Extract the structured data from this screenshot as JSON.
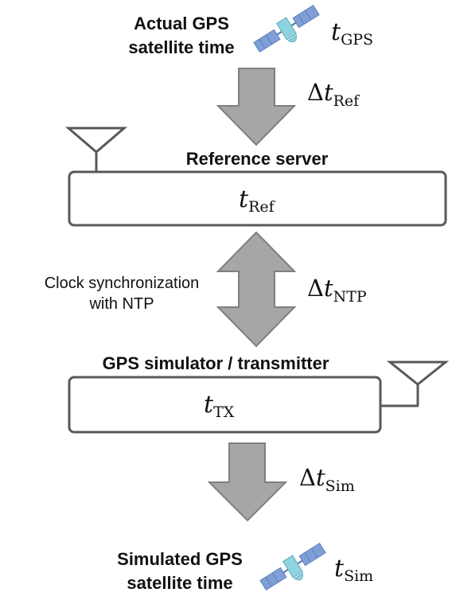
{
  "top": {
    "line1": "Actual GPS",
    "line2": "satellite time",
    "var_symbol": "t",
    "var_sub": "GPS"
  },
  "arrow_ref": {
    "delta": "Δ",
    "symbol": "t",
    "sub": "Ref"
  },
  "reference_server": {
    "title": "Reference server",
    "var_symbol": "t",
    "var_sub": "Ref"
  },
  "sync": {
    "line1": "Clock synchronization",
    "line2": "with NTP",
    "delta": "Δ",
    "symbol": "t",
    "sub": "NTP"
  },
  "transmitter": {
    "title": "GPS simulator / transmitter",
    "var_symbol": "t",
    "var_sub": "TX"
  },
  "arrow_sim": {
    "delta": "Δ",
    "symbol": "t",
    "sub": "Sim"
  },
  "bottom": {
    "line1": "Simulated GPS",
    "line2": "satellite time",
    "var_symbol": "t",
    "var_sub": "Sim"
  },
  "colors": {
    "arrow_fill": "#a6a6a6",
    "arrow_stroke": "#7f7f7f",
    "box_stroke": "#595959",
    "panel_blue": "#7f9fd6",
    "body_teal": "#8fd3e0"
  }
}
